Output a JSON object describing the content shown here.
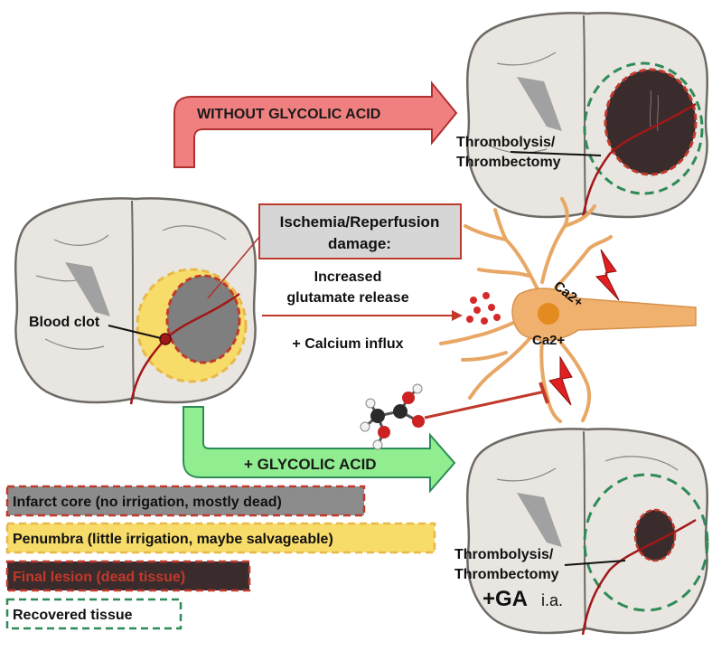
{
  "arrows": {
    "without": "WITHOUT GLYCOLIC ACID",
    "with": "+ GLYCOLIC ACID"
  },
  "damage_box": {
    "line1": "Ischemia/Reperfusion",
    "line2": "damage:"
  },
  "mechanism": {
    "line1": "Increased",
    "line2": "glutamate release",
    "line3": "+ Calcium influx"
  },
  "neuron": {
    "ion1": "Ca2+",
    "ion2": "Ca2+"
  },
  "left_brain": {
    "clot_label": "Blood clot"
  },
  "top_brain": {
    "line1": "Thrombolysis/",
    "line2": "Thrombectomy"
  },
  "bottom_brain": {
    "line1": "Thrombolysis/",
    "line2": "Thrombectomy",
    "ga_big": "+GA",
    "ga_small": "i.a."
  },
  "legend": [
    {
      "label": "Infarct core (no irrigation, mostly dead)",
      "fill": "#8c8c8c",
      "border": "#c0392b",
      "text_color": "#111111"
    },
    {
      "label": "Penumbra (little irrigation, maybe salvageable)",
      "fill": "#f7dc6a",
      "border": "#e8b84a",
      "text_color": "#111111"
    },
    {
      "label": "Final lesion (dead tissue)",
      "fill": "#3a2c2c",
      "border": "#c0392b",
      "text_color": "#c0392b"
    },
    {
      "label": "Recovered tissue",
      "fill": "#ffffff",
      "border": "#2e8b57",
      "text_color": "#111111"
    }
  ],
  "colors": {
    "brain_fill": "#e9e5e0",
    "brain_stroke": "#6d6a66",
    "ventricle": "#9a9a9a",
    "red_arrow": "#f08080",
    "green_arrow": "#90ee90",
    "neuron": "#e8a765",
    "vessel": "#a11818"
  }
}
